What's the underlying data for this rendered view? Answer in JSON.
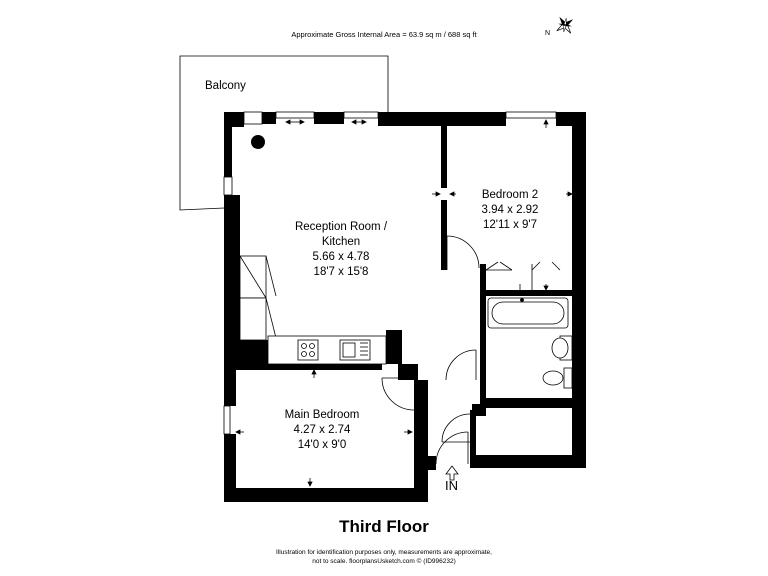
{
  "header": {
    "area_text": "Approximate Gross Internal Area = 63.9 sq m / 688 sq ft"
  },
  "compass": {
    "icon": "compass-rose-icon",
    "north_label": "N"
  },
  "rooms": {
    "balcony": {
      "name": "Balcony"
    },
    "reception": {
      "name_line1": "Reception Room /",
      "name_line2": "Kitchen",
      "metric": "5.66 x 4.78",
      "imperial": "18'7 x 15'8"
    },
    "bedroom2": {
      "name": "Bedroom 2",
      "metric": "3.94 x 2.92",
      "imperial": "12'11 x 9'7"
    },
    "main_bedroom": {
      "name": "Main Bedroom",
      "metric": "4.27 x 2.74",
      "imperial": "14'0 x 9'0"
    }
  },
  "entry": {
    "label": "IN"
  },
  "footer": {
    "floor_title": "Third Floor",
    "disclaimer_line1": "Illustration for identification purposes only, measurements are approximate,",
    "disclaimer_line2": "not to scale. floorplansUsketch.com © (ID996232)"
  },
  "colors": {
    "wall": "#000000",
    "line": "#000000",
    "background": "#ffffff",
    "fixture_line": "#555555"
  }
}
